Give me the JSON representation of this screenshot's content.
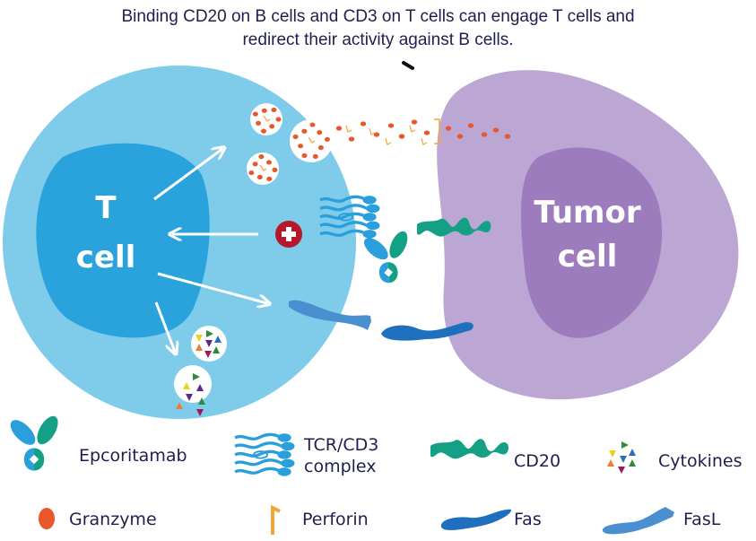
{
  "caption": {
    "line1": "Binding CD20 on B cells and CD3 on T cells can engage T cells and",
    "line2": "redirect their activity against B cells."
  },
  "cells": {
    "t_cell": {
      "line1": "T",
      "line2": "cell",
      "outer_color": "#7ecbea",
      "inner_color": "#2aa3dd"
    },
    "tumor_cell": {
      "line1": "Tumor",
      "line2": "cell",
      "outer_color": "#bba6d4",
      "inner_color": "#9d7cbd"
    }
  },
  "colors": {
    "granzyme": "#e8582b",
    "perforin": "#f2a53a",
    "tcr": "#2b9fdc",
    "cd20": "#13a085",
    "fas": "#1f6fbf",
    "fasl": "#4a8fd0",
    "plus_badge": "#b5182a",
    "text": "#1f1f4d"
  },
  "legend": {
    "items": [
      {
        "label": "Epcoritamab",
        "icon": "epcoritamab-antibody-icon"
      },
      {
        "label_line1": "TCR/CD3",
        "label_line2": "complex",
        "icon": "tcr-cd3-complex-icon"
      },
      {
        "label": "CD20",
        "icon": "cd20-icon"
      },
      {
        "label": "Cytokines",
        "icon": "cytokines-icon"
      },
      {
        "label": "Granzyme",
        "icon": "granzyme-icon"
      },
      {
        "label": "Perforin",
        "icon": "perforin-icon"
      },
      {
        "label": "Fas",
        "icon": "fas-icon"
      },
      {
        "label": "FasL",
        "icon": "fasl-icon"
      }
    ]
  }
}
